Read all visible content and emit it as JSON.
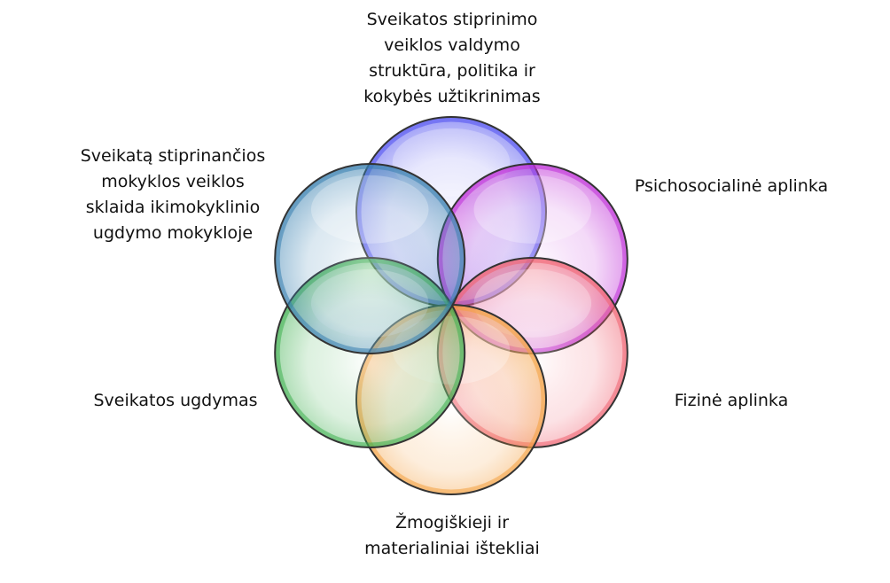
{
  "labels": {
    "top": [
      "Sveikatos stiprinimo",
      "veiklos valdymo",
      "struktūra, politika ir",
      "kokybės užtikrinimas"
    ],
    "top_left": [
      "Sveikatą stiprinančios",
      "mokyklos veiklos",
      "sklaida ikimokyklinio",
      "ugdymo mokykloje"
    ],
    "right": [
      "Psichosocialinė aplinka"
    ],
    "left": [
      "Sveikatos ugdymas"
    ],
    "bottom_right": [
      "Fizinė aplinka"
    ],
    "bottom": [
      "Žmogiškieji ir",
      "materialiniai  ištekliai"
    ]
  },
  "circles": [
    {
      "name": "circle-blue",
      "color": "#5050f0"
    },
    {
      "name": "circle-purple",
      "color": "#c030d8"
    },
    {
      "name": "circle-red",
      "color": "#f06070"
    },
    {
      "name": "circle-orange",
      "color": "#f4a040"
    },
    {
      "name": "circle-green",
      "color": "#40b050"
    },
    {
      "name": "circle-teal",
      "color": "#3880b0"
    }
  ],
  "outline_color": "#333333"
}
